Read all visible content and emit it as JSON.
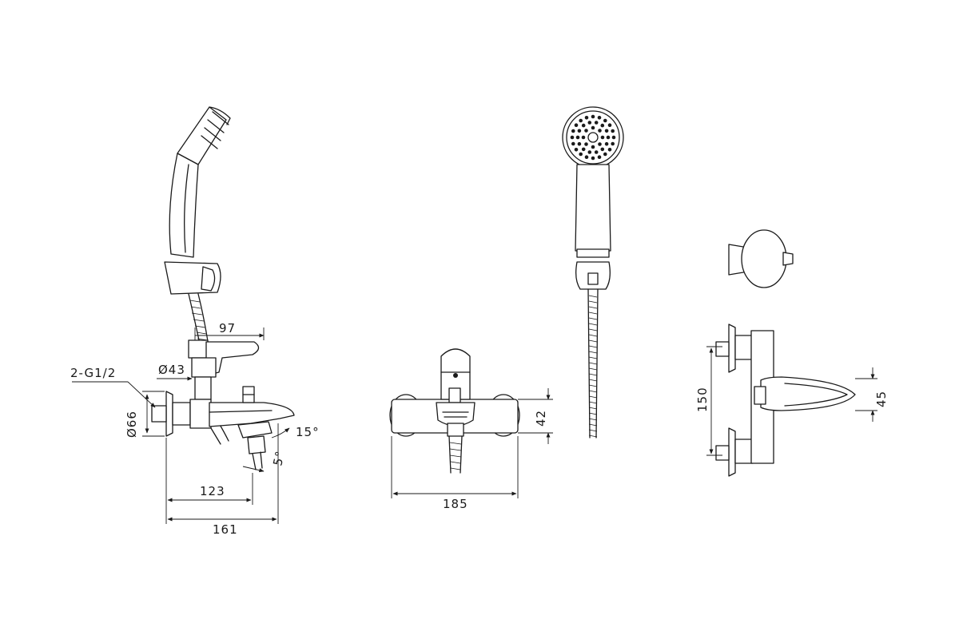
{
  "dimensions": {
    "side_view": {
      "thread": "2-G1/2",
      "flange_diameter": "Ø66",
      "body_diameter": "Ø43",
      "handle_length": "97",
      "spout_angle": "15°",
      "diverter_angle": "5°",
      "outlet_distance": "123",
      "total_depth": "161"
    },
    "front_view": {
      "body_height": "42",
      "total_width": "185"
    },
    "top_view": {
      "centers": "150",
      "spout_width": "45"
    }
  },
  "colors": {
    "line": "#1a1a1a",
    "background": "#ffffff"
  }
}
